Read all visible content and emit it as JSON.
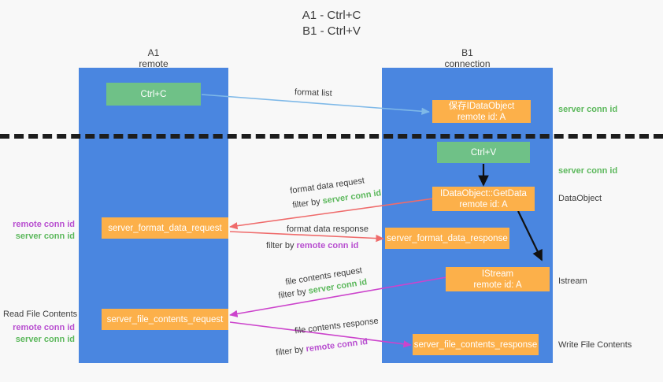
{
  "title": {
    "line1": "A1 - Ctrl+C",
    "line2": "B1 - Ctrl+V"
  },
  "columns": [
    {
      "name": "A1",
      "subtitle": "remote"
    },
    {
      "name": "B1",
      "subtitle": "connection"
    }
  ],
  "colors": {
    "panel": "#4a86e0",
    "green_box": "#6fc187",
    "orange_box": "#fcb04a",
    "server_conn_id": "#5cb85c",
    "remote_conn_id": "#b84fd0",
    "arrow_blue": "#7fb9e8",
    "arrow_red": "#ef6b6b",
    "arrow_magenta": "#cc44cc",
    "arrow_black": "#000000",
    "background": "#f8f8f8"
  },
  "boxes": {
    "ctrl_c": "Ctrl+C",
    "save_idataobject": {
      "line1": "保存IDataObject",
      "line2": "remote id: A"
    },
    "ctrl_v": "Ctrl+V",
    "getdata": {
      "line1": "IDataObject::GetData",
      "line2": "remote id: A"
    },
    "server_format_data_request": "server_format_data_request",
    "server_format_data_response": "server_format_data_response",
    "istream": {
      "line1": "IStream",
      "line2": "remote id: A"
    },
    "server_file_contents_request": "server_file_contents_request",
    "server_file_contents_response": "server_file_contents_response"
  },
  "edge_labels": {
    "format_list": "format list",
    "format_data_request": "format data request",
    "format_data_request_filter_prefix": "filter by ",
    "format_data_request_filter_key": "server conn id",
    "format_data_response": "format data response",
    "format_data_response_filter_prefix": "filter by ",
    "format_data_response_filter_key": "remote conn id",
    "file_contents_request": "file contents request",
    "file_contents_request_filter_prefix": "filter by ",
    "file_contents_request_filter_key": "server conn id",
    "file_contents_response": "file contents response",
    "file_contents_response_filter_prefix": "filter by ",
    "file_contents_response_filter_key": "remote conn id"
  },
  "right_annotations": {
    "server_conn_id_top": "server conn id",
    "server_conn_id_mid": "server conn id",
    "dataobject": "DataObject",
    "istream": "Istream",
    "write_file_contents": "Write File Contents"
  },
  "left_annotations": {
    "group1": {
      "remote": "remote conn id",
      "server": "server conn id"
    },
    "read_file_contents": "Read File Contents",
    "group2": {
      "remote": "remote conn id",
      "server": "server conn id"
    }
  }
}
